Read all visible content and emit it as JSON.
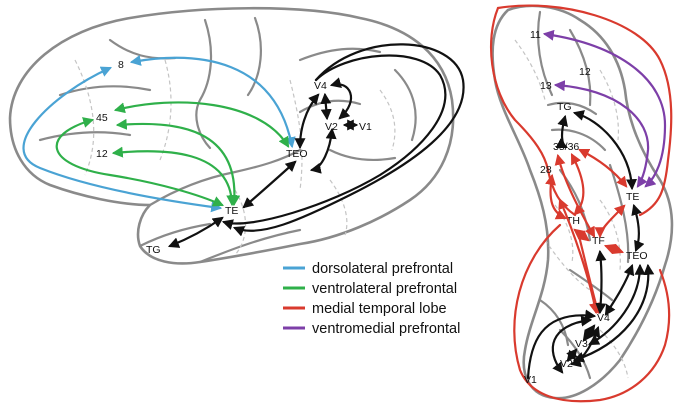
{
  "colors": {
    "dorsolateral": "#4aa3d4",
    "ventrolateral": "#2fb04a",
    "medial_temporal": "#d93a2e",
    "ventromedial": "#7d3fa8",
    "black": "#111111",
    "outline": "#8a8a8a"
  },
  "lateral_view": {
    "labels": {
      "a8": "8",
      "a45": "45",
      "a12": "12",
      "v4": "V4",
      "v2": "V2",
      "v1": "V1",
      "teo": "TEO",
      "te": "TE",
      "tg": "TG"
    }
  },
  "ventral_view": {
    "labels": {
      "a11": "11",
      "a12": "12",
      "a13": "13",
      "tg": "TG",
      "a3536": "35/36",
      "a28": "28",
      "te": "TE",
      "th": "TH",
      "tf": "TF",
      "teo": "TEO",
      "v4": "V4",
      "v3": "V3",
      "v2": "V2",
      "v1": "V1"
    }
  },
  "legend": {
    "items": [
      {
        "label": "dorsolateral prefrontal",
        "color": "#4aa3d4"
      },
      {
        "label": "ventrolateral prefrontal",
        "color": "#2fb04a"
      },
      {
        "label": "medial temporal lobe",
        "color": "#d93a2e"
      },
      {
        "label": "ventromedial prefrontal",
        "color": "#7d3fa8"
      }
    ]
  }
}
